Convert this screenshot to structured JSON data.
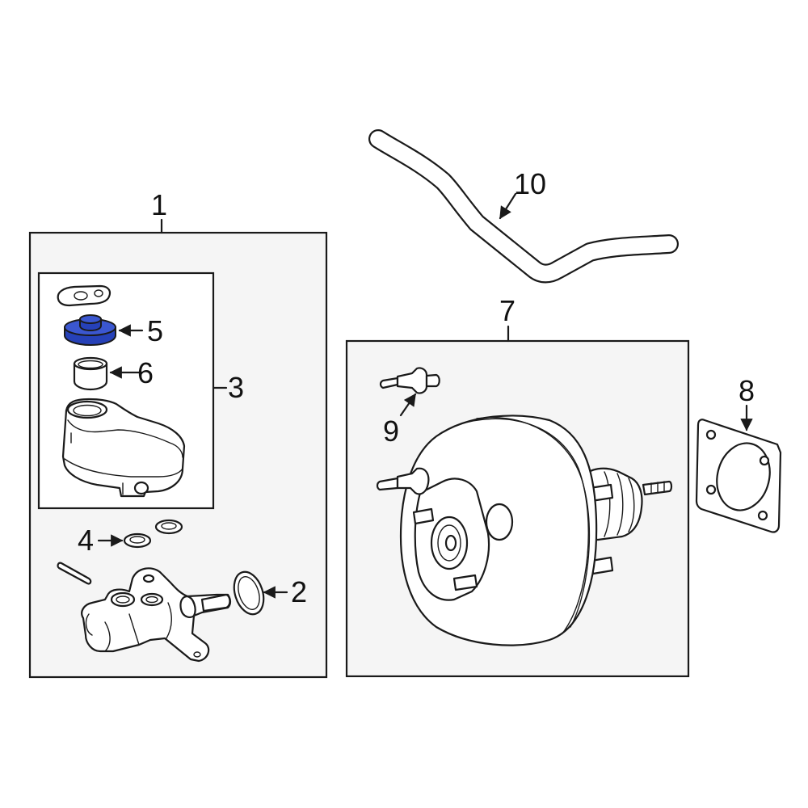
{
  "colors": {
    "line": "#1a1a1a",
    "box_fill": "#f5f5f5",
    "highlight": "#2641b8",
    "background": "#ffffff"
  },
  "callouts": {
    "c1": "1",
    "c2": "2",
    "c3": "3",
    "c4": "4",
    "c5": "5",
    "c6": "6",
    "c7": "7",
    "c8": "8",
    "c9": "9",
    "c10": "10"
  },
  "highlighted_part": "5"
}
